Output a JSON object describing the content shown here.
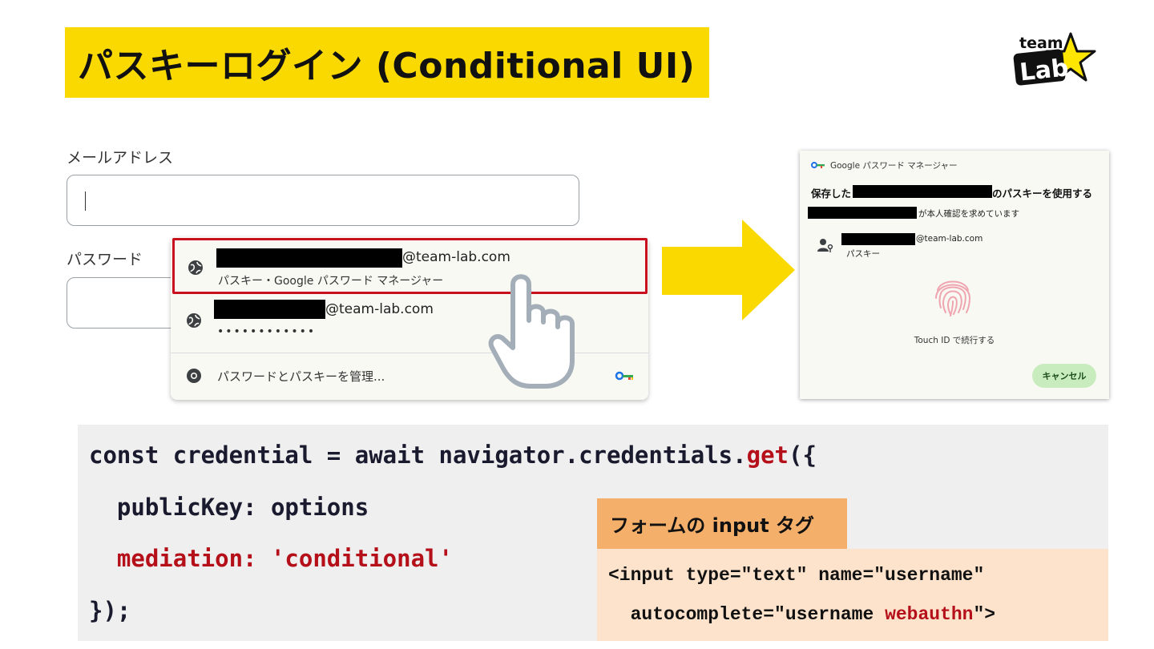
{
  "slide": {
    "title": "パスキーログイン (Conditional UI)",
    "logo_text_top": "team",
    "logo_text_bottom": "Lab"
  },
  "form": {
    "email_label": "メールアドレス",
    "password_label": "パスワード"
  },
  "autofill_dropdown": {
    "items": [
      {
        "email_suffix": "@team-lab.com",
        "subtitle": "パスキー・Google パスワード マネージャー",
        "icon": "globe-icon",
        "highlighted": true
      },
      {
        "email_suffix": "@team-lab.com",
        "subtitle": "••••••••••••",
        "icon": "globe-icon",
        "highlighted": false
      }
    ],
    "manage_label": "パスワードとパスキーを管理...",
    "manage_icon": "chrome-icon",
    "key_icon": "key-icon"
  },
  "password_manager_dialog": {
    "header": "Google パスワード マネージャー",
    "line1_prefix": "保存した",
    "line1_suffix": "のパスキーを使用する",
    "line2_suffix": "が本人確認を求めています",
    "account_email_suffix": "@team-lab.com",
    "account_type": "パスキー",
    "touch_label": "Touch ID で続行する",
    "cancel_label": "キャンセル"
  },
  "code": {
    "line1_a": "const credential = await navigator.credentials.",
    "line1_b": "get",
    "line1_c": "({",
    "line2": "  publicKey: options",
    "line3": "  mediation: 'conditional'",
    "line4": "});"
  },
  "input_tag": {
    "header": "フォームの input タグ",
    "line1": "<input type=\"text\" name=\"username\"",
    "line2_a": "  autocomplete=\"username ",
    "line2_b": "webauthn",
    "line2_c": "\">"
  },
  "colors": {
    "title_bg": "#f9d900",
    "highlight_border": "#c8101e",
    "code_bg": "#efeff0",
    "code_accent": "#b5101a",
    "tag_header_bg": "#f4af6a",
    "tag_body_bg": "#fde3cc",
    "arrow": "#f9d900",
    "cancel_bg": "#c9ecbe"
  }
}
